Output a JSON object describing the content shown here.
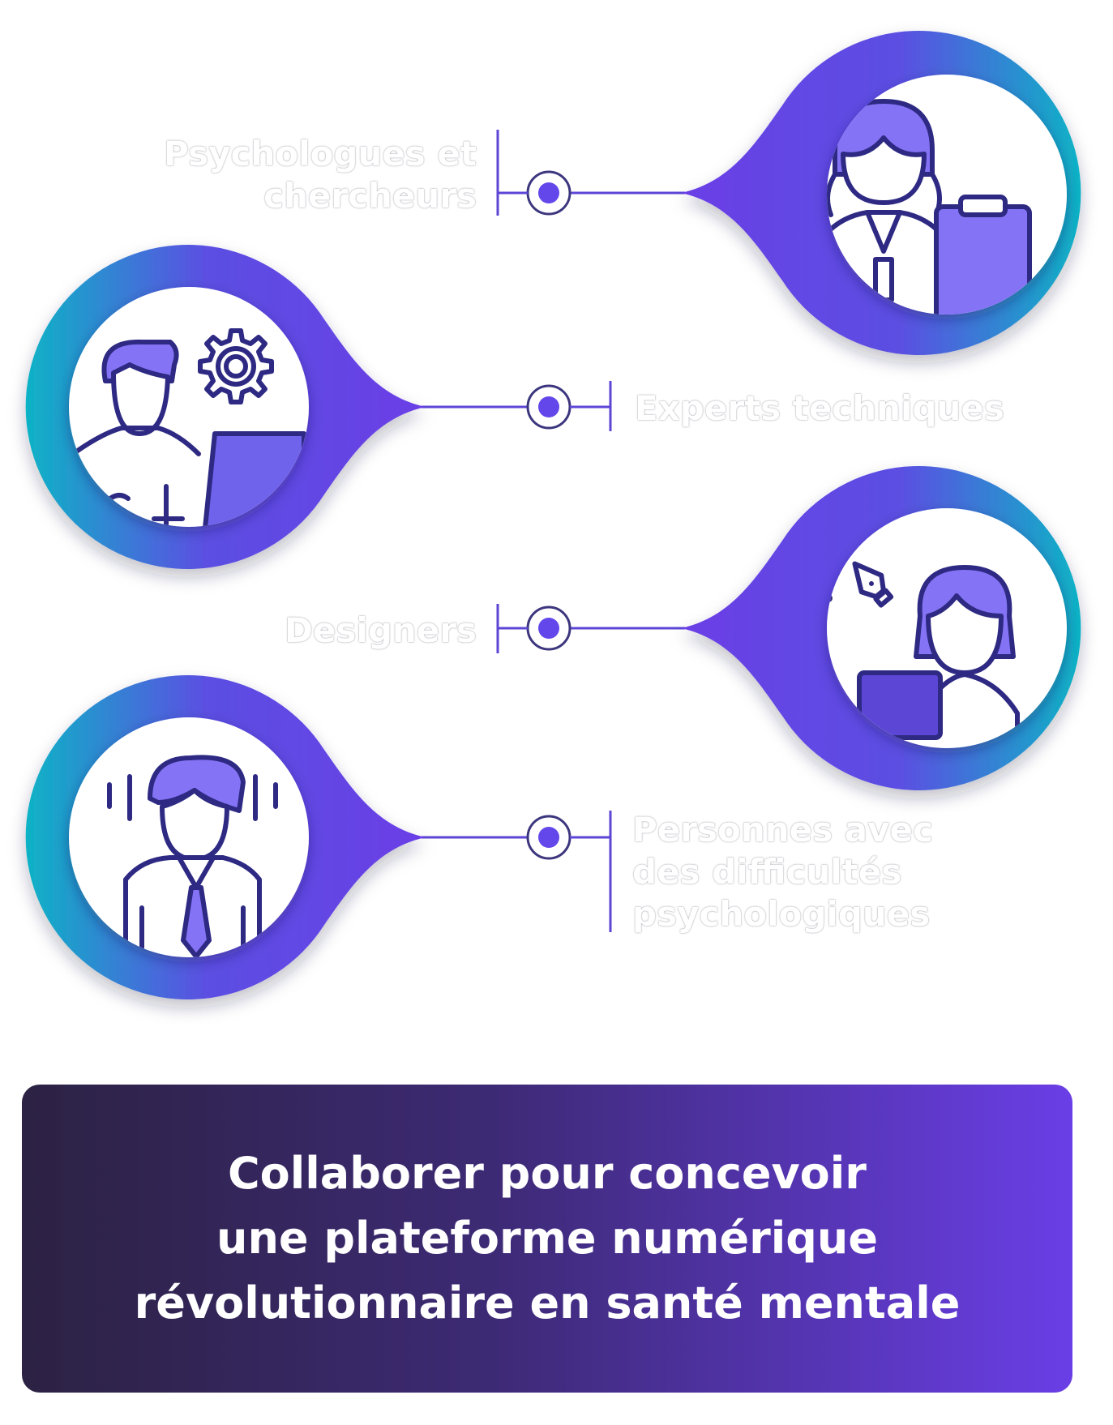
{
  "roles": [
    {
      "id": "psychologues",
      "label_lines": [
        "Psychologues et",
        "chercheurs"
      ],
      "icon": "psychologist-with-clipboard-icon"
    },
    {
      "id": "experts",
      "label_lines": [
        "Experts techniques"
      ],
      "icon": "developer-with-gear-and-laptop-icon"
    },
    {
      "id": "designers",
      "label_lines": [
        "Designers"
      ],
      "icon": "designer-with-pen-tool-and-laptop-icon"
    },
    {
      "id": "personnes",
      "label_lines": [
        "Personnes avec",
        "des difficultés",
        "psychologiques"
      ],
      "icon": "stressed-person-icon"
    }
  ],
  "banner": {
    "title_lines": [
      "Collaborer pour concevoir",
      "une plateforme numérique",
      "révolutionnaire en santé mentale"
    ]
  },
  "colors": {
    "accent_purple": "#6347ea",
    "icon_stroke": "#2e2a83",
    "icon_fill": "#8573f5",
    "ring_teal": "#0eb3c6",
    "ring_purple": "#6a3ee6",
    "connector": "#5c46d6",
    "banner_start": "#2c2243",
    "banner_end": "#6a3ee6"
  }
}
